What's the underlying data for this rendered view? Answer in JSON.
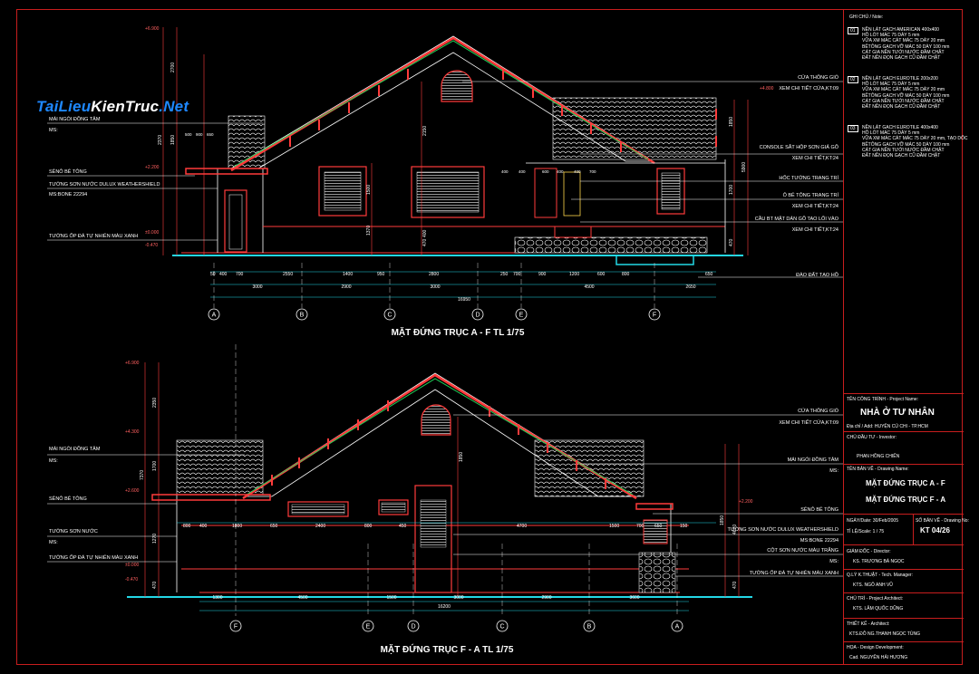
{
  "watermark": {
    "part1": "TaiLieu",
    "part2": "KienTruc",
    "part3": ".Net"
  },
  "elev1": {
    "title": "MẶT ĐỨNG TRỤC A - F TL 1/75",
    "axes": [
      "A",
      "B",
      "C",
      "D",
      "E",
      "F"
    ],
    "levels": [
      "+6.900",
      "+4.800",
      "+2.200",
      "±0.000",
      "-0.470"
    ],
    "left_labels": [
      "MÁI NGÓI ĐỒNG TÂM",
      "MS:",
      "SÊNÔ BÊ TÔNG",
      "TƯỜNG SƠN NƯỚC DULUX WEATHERSHIELD",
      "MS:BONE 22294",
      "TƯỜNG ỐP ĐÁ TỰ NHIÊN MÀU XANH"
    ],
    "right_labels": [
      "CỬA THÔNG GIÓ",
      "XEM CHI TIẾT CỬA,KT:09",
      "CONSOLE SẮT HỘP SƠN GIẢ GỖ",
      "XEM CHI TIẾT,KT:24",
      "HỐC TƯỜNG TRANG TRÍ",
      "Ô BÊ TÔNG TRANG TRÍ",
      "XEM CHI TIẾT,KT:24",
      "CẦU BT MẶT DÁN GỖ TAO LỐI VÀO",
      "XEM CHI TIẾT,KT:24",
      "ĐÀO ĐẤT TẠO HỒ"
    ],
    "dims_top": [
      "50",
      "400",
      "700",
      "2550",
      "1400",
      "950",
      "2800",
      "250",
      "700",
      "900",
      "1200",
      "600",
      "800",
      "650"
    ],
    "dims_mid": [
      "3000",
      "2900",
      "3000",
      "4500",
      "2650"
    ],
    "dim_total": "16950",
    "dims_vert": [
      "2700",
      "2370",
      "1850",
      "2150",
      "1500",
      "1370",
      "470",
      "400",
      "5900",
      "1700",
      "470",
      "1850"
    ],
    "dims_small": [
      "500",
      "900",
      "650",
      "400",
      "400",
      "600",
      "400",
      "400",
      "700"
    ]
  },
  "elev2": {
    "title": "MẶT ĐỨNG TRỤC F - A TL 1/75",
    "axes": [
      "F",
      "E",
      "D",
      "C",
      "B",
      "A"
    ],
    "levels": [
      "+6.900",
      "+4.300",
      "+2.600",
      "±0.000",
      "-0.470",
      "+2.200"
    ],
    "left_labels": [
      "MÁI NGÓI ĐỒNG TÂM",
      "MS:",
      "SÊNÔ BÊ TÔNG",
      "TƯỜNG SƠN NƯỚC",
      "MS:",
      "TƯỜNG ỐP ĐÁ TỰ NHIÊN MÀU XANH"
    ],
    "right_labels": [
      "CỬA THÔNG GIÓ",
      "XEM CHI TIẾT CỬA,KT:09",
      "MÁI NGÓI ĐỒNG TÂM",
      "MS:",
      "SÊNÔ BÊ TÔNG",
      "TƯỜNG SƠN NƯỚC DULUX WEATHERSHIELD",
      "MS:BONE 22294",
      "CỘT SƠN NƯỚC MÀU TRẮNG",
      "MS:",
      "TƯỜNG ỐP ĐÁ TỰ NHIÊN MÀU XANH"
    ],
    "dims_top": [
      "800",
      "400",
      "1800",
      "650",
      "2400",
      "800",
      "450",
      "4700",
      "1500",
      "700",
      "650",
      "150"
    ],
    "dims_mid": [
      "1300",
      "4500",
      "1500",
      "3000",
      "2900",
      "3600"
    ],
    "dim_total": "16200",
    "dims_vert": [
      "2350",
      "7370",
      "1700",
      "1270",
      "470",
      "1850",
      "4670",
      "470",
      "1850"
    ]
  },
  "notes": {
    "header": "GHI CHÚ / Note:",
    "items": [
      {
        "tag": "01",
        "lines": [
          "NỀN LÁT GẠCH AMERICAN 400x400",
          "HỒ LÓT MÁC 75 DÀY 5 mm",
          "VỮA XM MÁC CÁT MÁC 75 DÀY 20 mm",
          "BÊTÔNG GẠCH VỠ MÁC 50 DÀY 100 mm",
          "CÁT GIA NỀN TƯỚI NƯỚC ĐẦM CHẶT",
          "ĐẤT NỀN ĐỌN GẠCH CŨ ĐẦM CHẶT"
        ]
      },
      {
        "tag": "02",
        "lines": [
          "NỀN LÁT GẠCH EUROTILE 200x200",
          "HỒ LÓT MÁC 75 DÀY 5 mm",
          "VỮA XM MÁC CÁT MÁC 75 DÀY 20 mm",
          "BÊTÔNG GẠCH VỠ MÁC 50 DÀY 100 mm",
          "CÁT GIA NỀN TƯỚI NƯỚC ĐẦM CHẶT",
          "ĐẤT NỀN ĐỌN GẠCH CŨ ĐẦM CHẶT"
        ]
      },
      {
        "tag": "03",
        "lines": [
          "NỀN LÁT GẠCH EUROTILE 400x400",
          "HỒ LÓT MÁC 75 DÀY 5 mm",
          "VỮA XM MÁC CÁT MÁC 75 DÀY 20 mm, TẠO DỐC",
          "BÊTÔNG GẠCH VỠ MÁC 50 DÀY 100 mm",
          "CÁT GIA NỀN TƯỚI NƯỚC ĐẦM CHẶT",
          "ĐẤT NỀN ĐỌN GẠCH CŨ ĐẦM CHẶT"
        ]
      }
    ]
  },
  "titleblock": {
    "project_label": "TÊN CÔNG TRÌNH - Project Name:",
    "project_name": "NHÀ Ở TƯ NHÂN",
    "address": "Địa chỉ / Add: HUYỆN CỦ CHI - TP.HCM",
    "owner_label": "CHỦ ĐẦU TƯ - Investor:",
    "owner": "PHAN HỒNG CHIẾN",
    "drawing_label": "TÊN BẢN VẼ - Drawing Name:",
    "drawing_1": "MẶT ĐỨNG TRỤC A - F",
    "drawing_2": "MẶT ĐỨNG TRỤC F - A",
    "date_label": "NGÀY/Date: 30/Feb/2005",
    "scale_label": "TỈ LỆ/Scale:      1 / 75",
    "number_label": "SỐ BẢN VẼ - Drawing No:",
    "number": "KT  04/26",
    "director_label": "GIÁM ĐỐC - Director:",
    "director": "KS. TRƯƠNG BÁ NGỌC",
    "manager_label": "Q.LÝ K.THUẬT - Tech. Manager:",
    "manager": "KTS. NGÔ ANH VŨ",
    "architect_label": "CHỦ TRÌ - Project Architect:",
    "architect": "KTS. LÂM QUỐC DŨNG",
    "design_label": "THIẾT KẾ - Architect:",
    "design": "KTS.ĐỖ NG.THANH NGỌC TÙNG",
    "dev_label": "HỌA - Design Development:",
    "dev": "Cad. NGUYỄN HẢI HƯƠNG"
  }
}
